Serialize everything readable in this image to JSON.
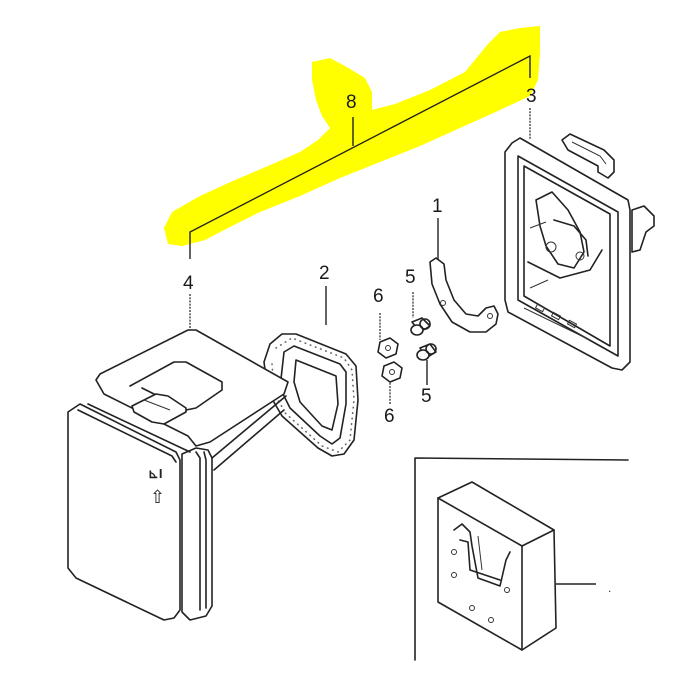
{
  "diagram": {
    "type": "exploded-parts-diagram",
    "subject": "air cleaner assembly",
    "highlight_color": "#ffff00",
    "line_color": "#222222",
    "background": "#ffffff",
    "callouts": [
      {
        "id": "callout-8",
        "label": "8",
        "part": "air cleaner assembly (bracket grouping parts 3-4)",
        "highlighted": true
      },
      {
        "id": "callout-3",
        "label": "3",
        "part": "air cleaner case / base"
      },
      {
        "id": "callout-4",
        "label": "4",
        "part": "air cleaner cover"
      },
      {
        "id": "callout-1",
        "label": "1",
        "part": "bracket / stay"
      },
      {
        "id": "callout-2",
        "label": "2",
        "part": "foam filter element"
      },
      {
        "id": "callout-5a",
        "label": "5",
        "part": "collar"
      },
      {
        "id": "callout-5b",
        "label": "5",
        "part": "collar"
      },
      {
        "id": "callout-6a",
        "label": "6",
        "part": "nut"
      },
      {
        "id": "callout-6b",
        "label": "6",
        "part": "nut"
      }
    ],
    "cover_markings": {
      "symbol": "tilt-mark",
      "arrow": "⇧"
    },
    "inset": {
      "part": "foam filter block (alternate view)",
      "label": "."
    }
  }
}
